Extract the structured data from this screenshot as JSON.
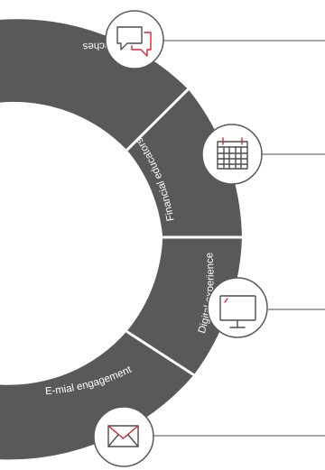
{
  "ring": {
    "segment_color": "#595959",
    "divider_color": "#ffffff",
    "accent_color": "#d7262b",
    "segments": [
      {
        "label": "Financial coaches",
        "icon": "speech-bubbles-icon"
      },
      {
        "label": "Financial educators",
        "icon": "calendar-icon"
      },
      {
        "label": "Digital experience",
        "icon": "monitor-icon"
      },
      {
        "label": "E-mial engagement",
        "icon": "envelope-icon"
      }
    ]
  }
}
